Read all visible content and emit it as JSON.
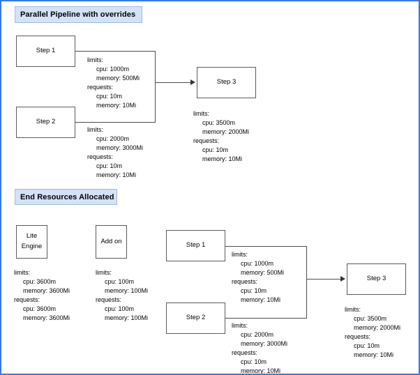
{
  "sections": [
    {
      "id": "parallel-pipeline",
      "title": "Parallel Pipeline with  overrides"
    },
    {
      "id": "end-resources",
      "title": "End Resources Allocated"
    }
  ],
  "nodes": {
    "top_step1": "Step 1",
    "top_step2": "Step 2",
    "top_step3": "Step 3",
    "lite_engine_line1": "Lite",
    "lite_engine_line2": "Engine",
    "add_on": "Add on",
    "bottom_step1": "Step 1",
    "bottom_step2": "Step 2",
    "bottom_step3": "Step 3"
  },
  "labels": {
    "limits": "limits:",
    "requests": "requests:"
  },
  "resources": {
    "top_step1": {
      "limits_cpu": "cpu: 1000m",
      "limits_memory": "memory: 500Mi",
      "requests_cpu": "cpu: 10m",
      "requests_memory": "memory: 10Mi"
    },
    "top_step2": {
      "limits_cpu": "cpu: 2000m",
      "limits_memory": "memory: 3000Mi",
      "requests_cpu": "cpu: 10m",
      "requests_memory": "memory: 10Mi"
    },
    "top_step3": {
      "limits_cpu": "cpu: 3500m",
      "limits_memory": "memory: 2000Mi",
      "requests_cpu": "cpu: 10m",
      "requests_memory": "memory: 10Mi"
    },
    "lite_engine": {
      "limits_cpu": "cpu: 3600m",
      "limits_memory": "memory: 3600Mi",
      "requests_cpu": "cpu: 3600m",
      "requests_memory": "memory: 3600Mi"
    },
    "add_on": {
      "limits_cpu": "cpu: 100m",
      "limits_memory": "memory: 100Mi",
      "requests_cpu": "cpu: 100m",
      "requests_memory": "memory: 100Mi"
    },
    "bottom_step1": {
      "limits_cpu": "cpu: 1000m",
      "limits_memory": "memory: 500Mi",
      "requests_cpu": "cpu: 10m",
      "requests_memory": "memory: 10Mi"
    },
    "bottom_step2": {
      "limits_cpu": "cpu: 2000m",
      "limits_memory": "memory: 3000Mi",
      "requests_cpu": "cpu: 10m",
      "requests_memory": "memory: 10Mi"
    },
    "bottom_step3": {
      "limits_cpu": "cpu: 3500m",
      "limits_memory": "memory: 2000Mi",
      "requests_cpu": "cpu: 10m",
      "requests_memory": "memory: 10Mi"
    }
  },
  "colors": {
    "page_border": "#3b78e7",
    "title_fill": "#d4e2f7",
    "title_border": "#a3bbdd",
    "node_border": "#5b5b5b",
    "connector": "#4d4d4d",
    "background": "#ffffff"
  }
}
